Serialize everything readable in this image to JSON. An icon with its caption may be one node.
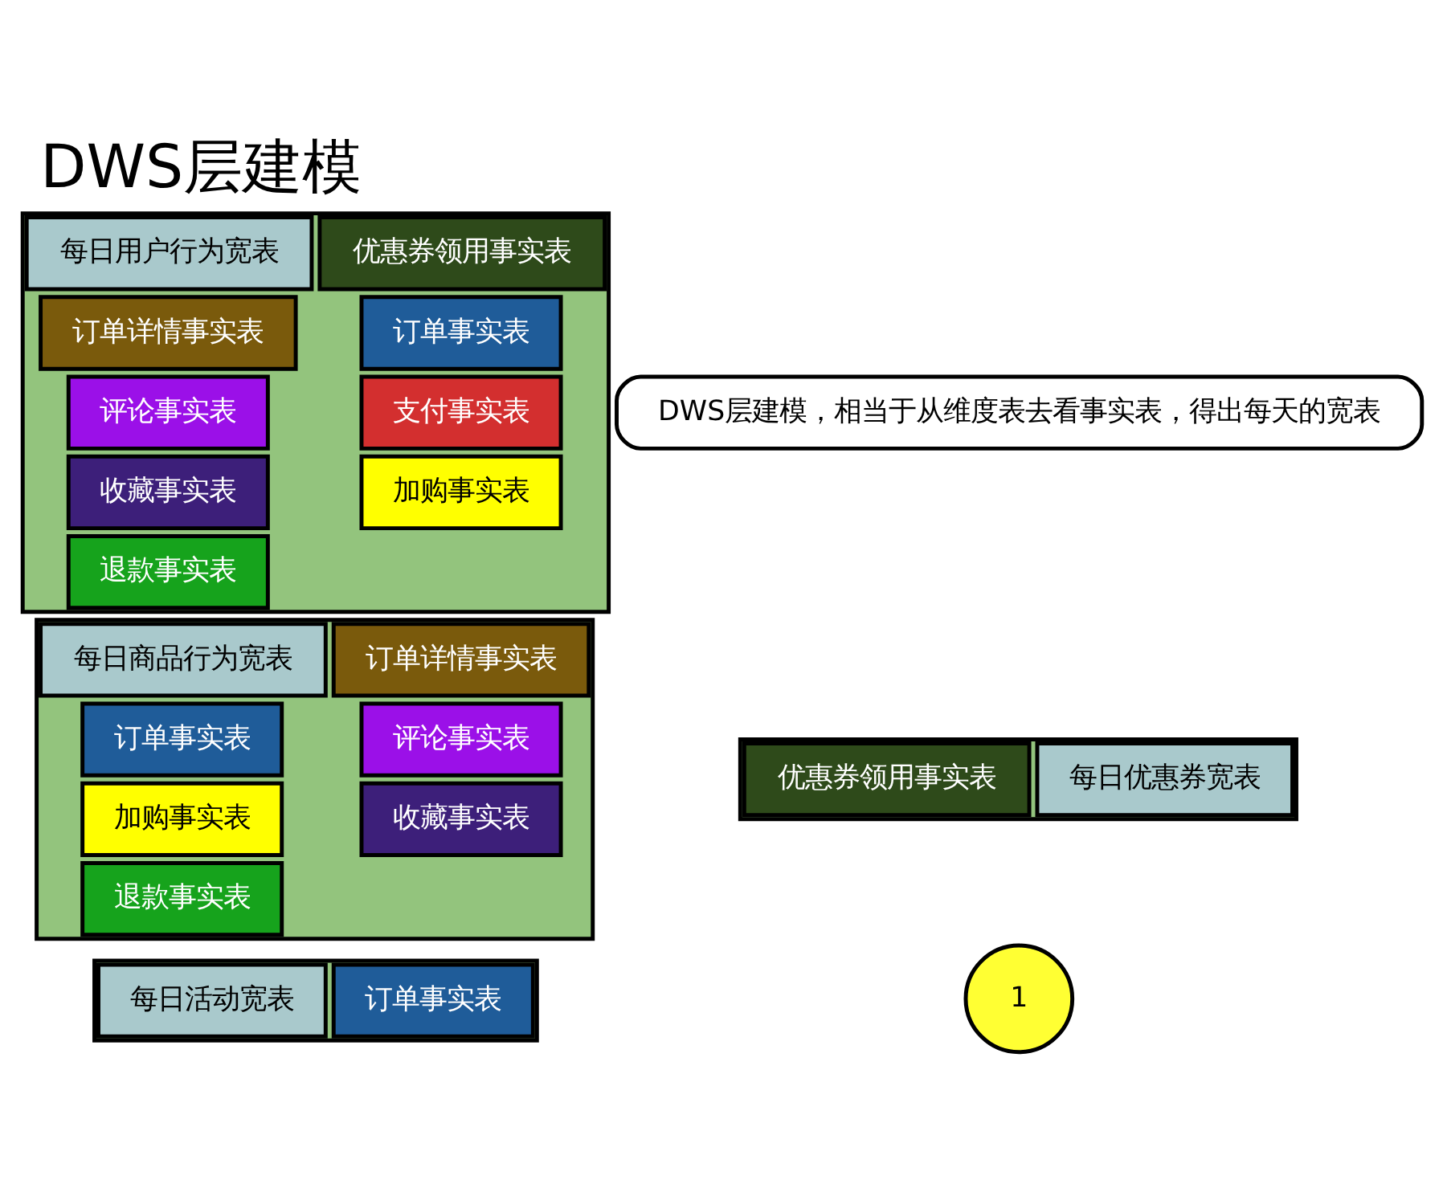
{
  "diagram": {
    "title": "DWS层建模",
    "nodes": [
      {
        "text": [
          "1"
        ]
      },
      {
        "text": [
          "DWS层建模，相当于从维度表去看事实表，得出每天的宽表"
        ]
      },
      {
        "text": [],
        "shape": "box"
      },
      {
        "text": [
          "每日用户行为宽表"
        ],
        "in": 2
      },
      {
        "text": [
          "订单事实表"
        ],
        "in": 2
      },
      {
        "text": [
          "评论事实表"
        ],
        "in": 2
      },
      {
        "text": [
          "支付事实表"
        ],
        "in": 2
      },
      {
        "text": [
          "收藏事实表"
        ],
        "in": 2
      },
      {
        "text": [
          "加购事实表"
        ],
        "in": 2
      },
      {
        "text": [
          "优惠券领用事实表"
        ],
        "in": 2
      },
      {
        "text": [
          "退款事实表"
        ],
        "in": 2
      },
      {
        "text": [
          "订单详情事实表"
        ],
        "in": 2
      },
      {
        "text": [],
        "shape": "box"
      },
      {
        "text": [
          "每日商品行为宽表"
        ],
        "in": 12
      },
      {
        "text": [
          "订单事实表"
        ],
        "in": 12
      },
      {
        "text": [
          "评论事实表"
        ],
        "in": 12
      },
      {
        "text": [
          "加购事实表"
        ],
        "in": 12
      },
      {
        "text": [
          "收藏事实表"
        ],
        "in": 12
      },
      {
        "text": [
          "退款事实表"
        ],
        "in": 12
      },
      {
        "text": [
          "订单详情事实表"
        ],
        "in": 12
      },
      {
        "text": [],
        "shape": "box"
      },
      {
        "text": [
          "每日优惠券宽表"
        ],
        "in": 20
      },
      {
        "text": [
          "优惠券领用事实表"
        ],
        "in": 20
      },
      {
        "text": [],
        "shape": "box"
      },
      {
        "text": [
          "每日活动宽表"
        ],
        "in": 23
      },
      {
        "text": [
          "订单事实表"
        ],
        "in": 23
      }
    ],
    "edges": []
  }
}
